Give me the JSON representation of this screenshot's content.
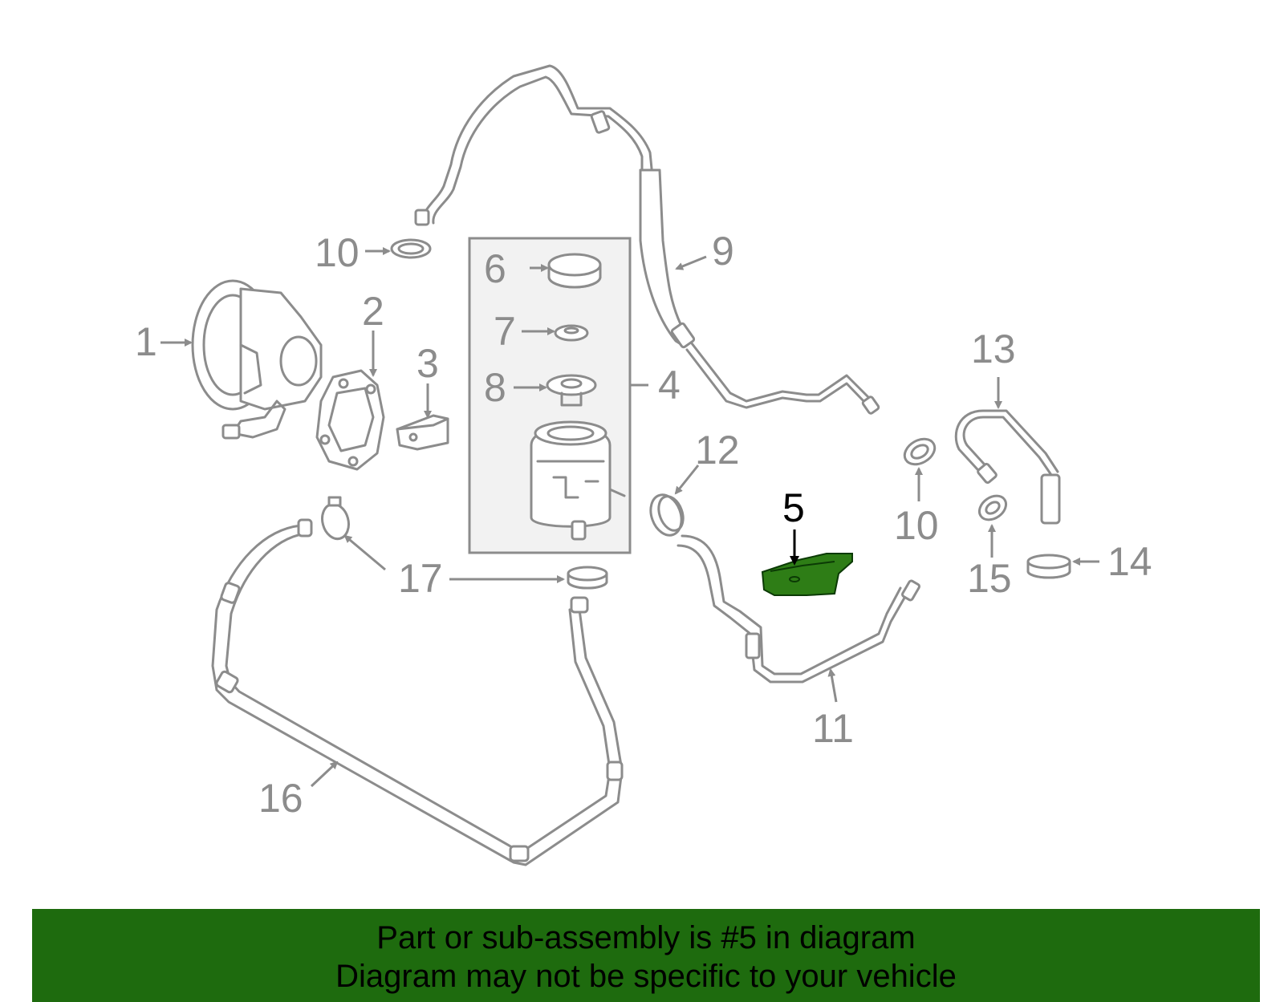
{
  "callouts": {
    "c1": "1",
    "c2": "2",
    "c3": "3",
    "c4": "4",
    "c5": "5",
    "c6": "6",
    "c7": "7",
    "c8": "8",
    "c9": "9",
    "c10a": "10",
    "c10b": "10",
    "c11": "11",
    "c12": "12",
    "c13": "13",
    "c14": "14",
    "c15": "15",
    "c16": "16",
    "c17": "17"
  },
  "highlight": {
    "part_number": "5",
    "color": "#1e6b0e"
  },
  "banner": {
    "line1": "Part or sub-assembly is #5 in diagram",
    "line2": "Diagram may not be specific to your vehicle",
    "color": "#1e6b0e"
  },
  "colors": {
    "line_art": "#8c8c8c",
    "highlight_label": "#000000"
  }
}
